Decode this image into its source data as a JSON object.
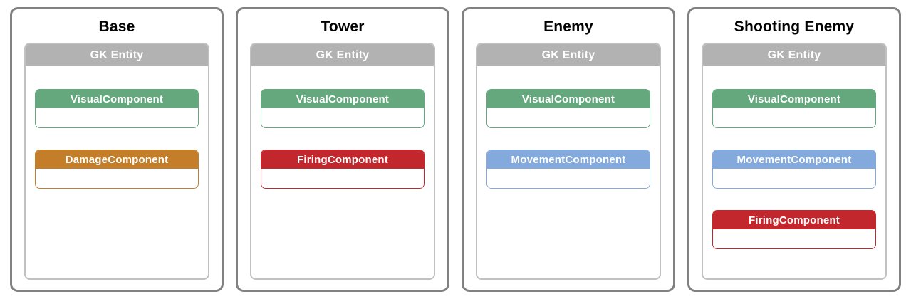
{
  "colors": {
    "entity_header": "#B2B2B2",
    "entity_border": "#C1C1C1",
    "card_border": "#818181",
    "green": "#65A87E",
    "orange": "#C47E2A",
    "red": "#C1272D",
    "blue": "#84A9DC"
  },
  "cards": [
    {
      "title": "Base",
      "entity_label": "GK Entity",
      "components": [
        {
          "label": "VisualComponent",
          "color": "#65A87E"
        },
        {
          "label": "DamageComponent",
          "color": "#C47E2A"
        }
      ]
    },
    {
      "title": "Tower",
      "entity_label": "GK Entity",
      "components": [
        {
          "label": "VisualComponent",
          "color": "#65A87E"
        },
        {
          "label": "FiringComponent",
          "color": "#C1272D"
        }
      ]
    },
    {
      "title": "Enemy",
      "entity_label": "GK Entity",
      "components": [
        {
          "label": "VisualComponent",
          "color": "#65A87E"
        },
        {
          "label": "MovementComponent",
          "color": "#84A9DC"
        }
      ]
    },
    {
      "title": "Shooting Enemy",
      "entity_label": "GK Entity",
      "components": [
        {
          "label": "VisualComponent",
          "color": "#65A87E"
        },
        {
          "label": "MovementComponent",
          "color": "#84A9DC"
        },
        {
          "label": "FiringComponent",
          "color": "#C1272D"
        }
      ]
    }
  ]
}
